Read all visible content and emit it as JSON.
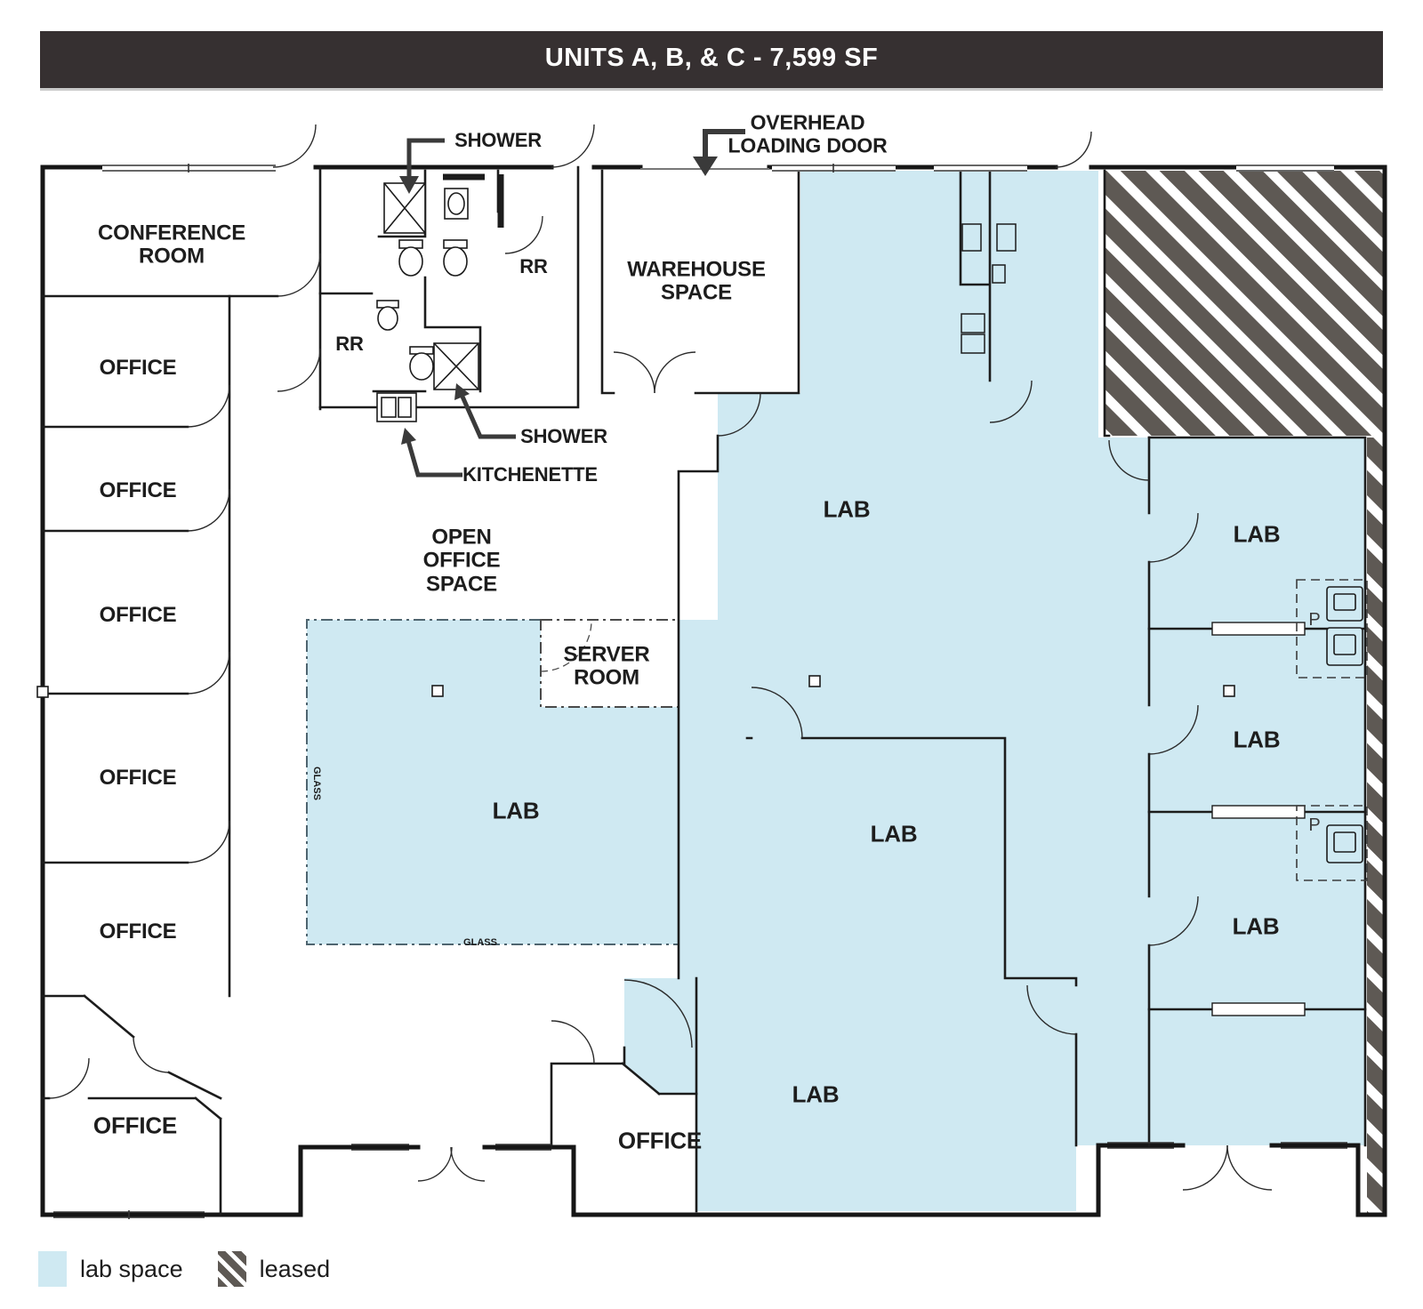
{
  "title": "UNITS A, B, & C - 7,599 SF",
  "labels": {
    "conference": "CONFERENCE\nROOM",
    "office": "OFFICE",
    "rr": "RR",
    "shower": "SHOWER",
    "kitchenette": "KITCHENETTE",
    "overhead_loading": "OVERHEAD\nLOADING DOOR",
    "warehouse": "WAREHOUSE\nSPACE",
    "open_office": "OPEN\nOFFICE\nSPACE",
    "server_room": "SERVER\nROOM",
    "lab": "LAB",
    "glass": "GLASS",
    "p": "P"
  },
  "legend": {
    "lab_space": "lab space",
    "leased": "leased"
  },
  "colors": {
    "header_bg": "#363031",
    "header_text": "#ffffff",
    "lab_fill": "#cfe9f2",
    "leased_stripe": "#5e5954",
    "wall": "#161616",
    "label_text": "#1d1d1d"
  }
}
